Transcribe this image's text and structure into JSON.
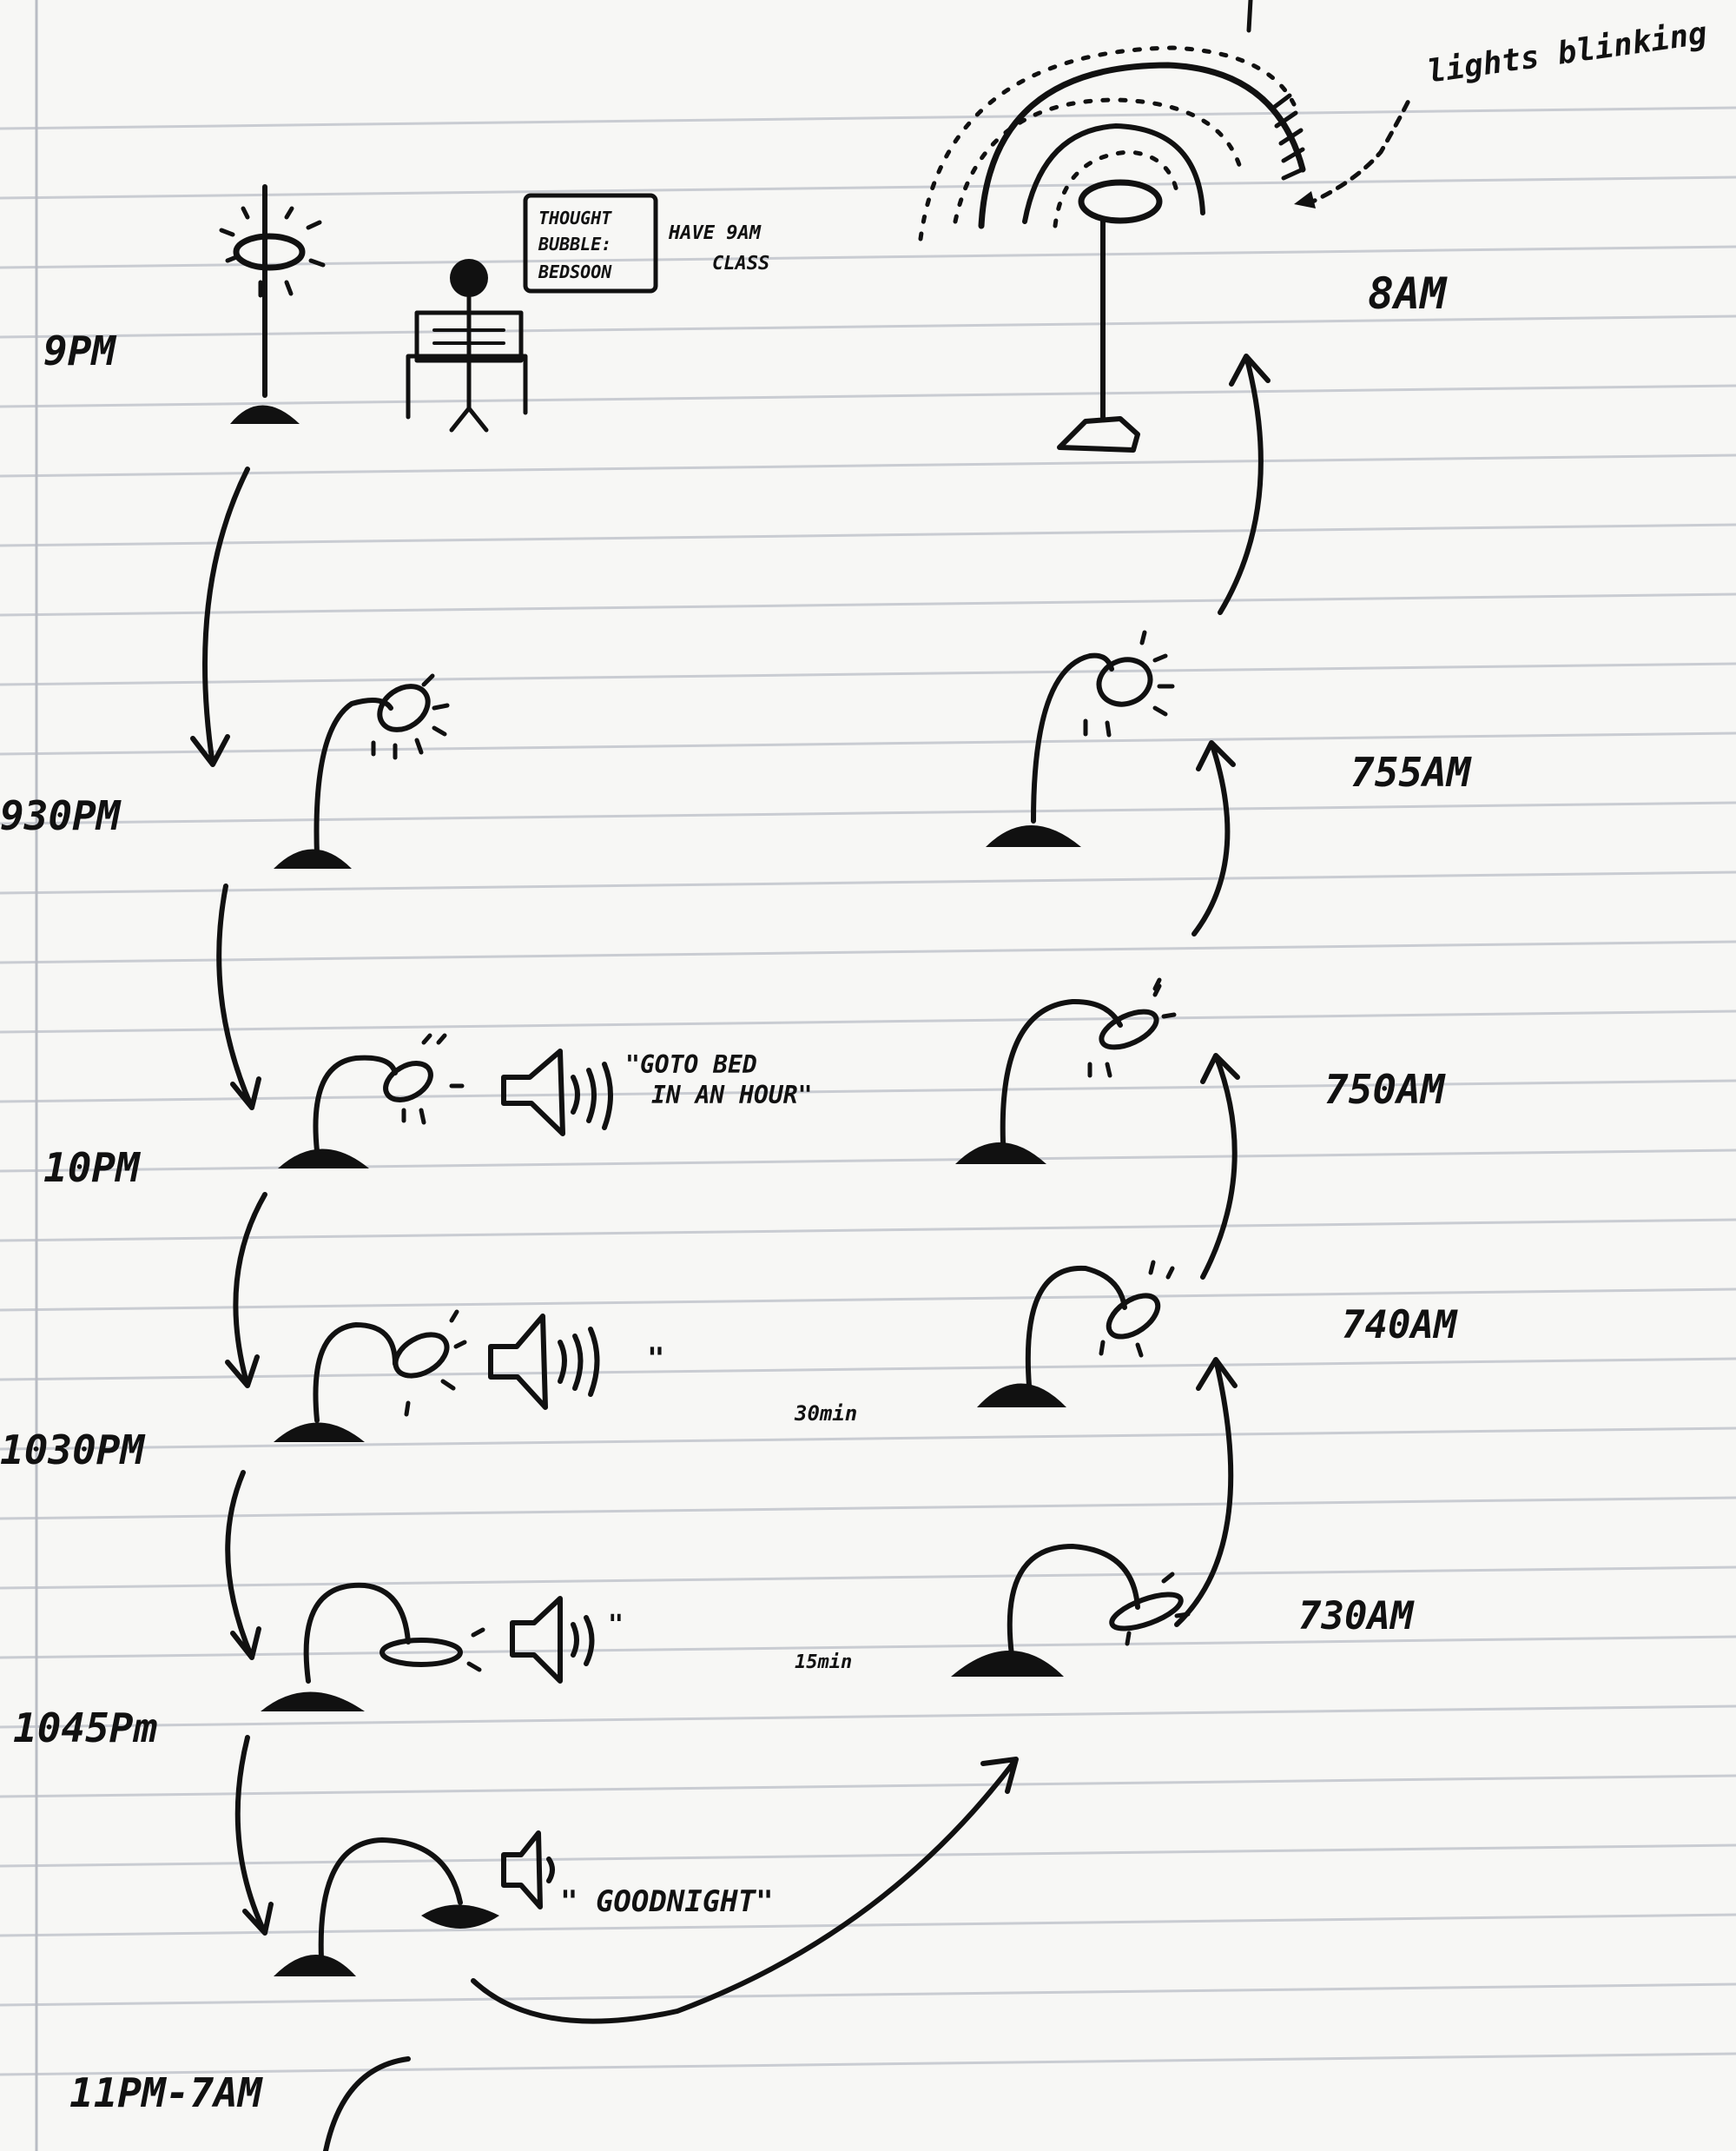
{
  "times": {
    "t9pm": "9PM",
    "t930pm": "930PM",
    "t10pm": "10PM",
    "t1030pm": "1030PM",
    "t1045pm": "1045Pm",
    "t11pm7am": "11PM-7AM",
    "t730am": "730AM",
    "t740am": "740AM",
    "t750am": "750AM",
    "t755am": "755AM",
    "t8am": "8AM"
  },
  "notes": {
    "box_line1": "THOUGHT",
    "box_line2": "BUBBLE:",
    "box_line3": "BEDSOON",
    "have_line1": "HAVE 9AM",
    "have_line2": "CLASS",
    "goto_line1": "\"GOTO BED",
    "goto_line2": "IN AN HOUR\"",
    "ditto1": "\"",
    "ditto2": "\"",
    "goodnight": "\" GOODNIGHT\"",
    "min30": "30min",
    "min15": "15min",
    "lights_blinking": "lights blinking"
  },
  "colors": {
    "ink": "#111111",
    "paper": "#f7f7f5",
    "rule": "#c9ccd2",
    "margin": "#b9bcc4"
  },
  "icons": [
    "lamp-icon",
    "speaker-icon",
    "person-at-desk-icon",
    "light-beam-icon"
  ]
}
